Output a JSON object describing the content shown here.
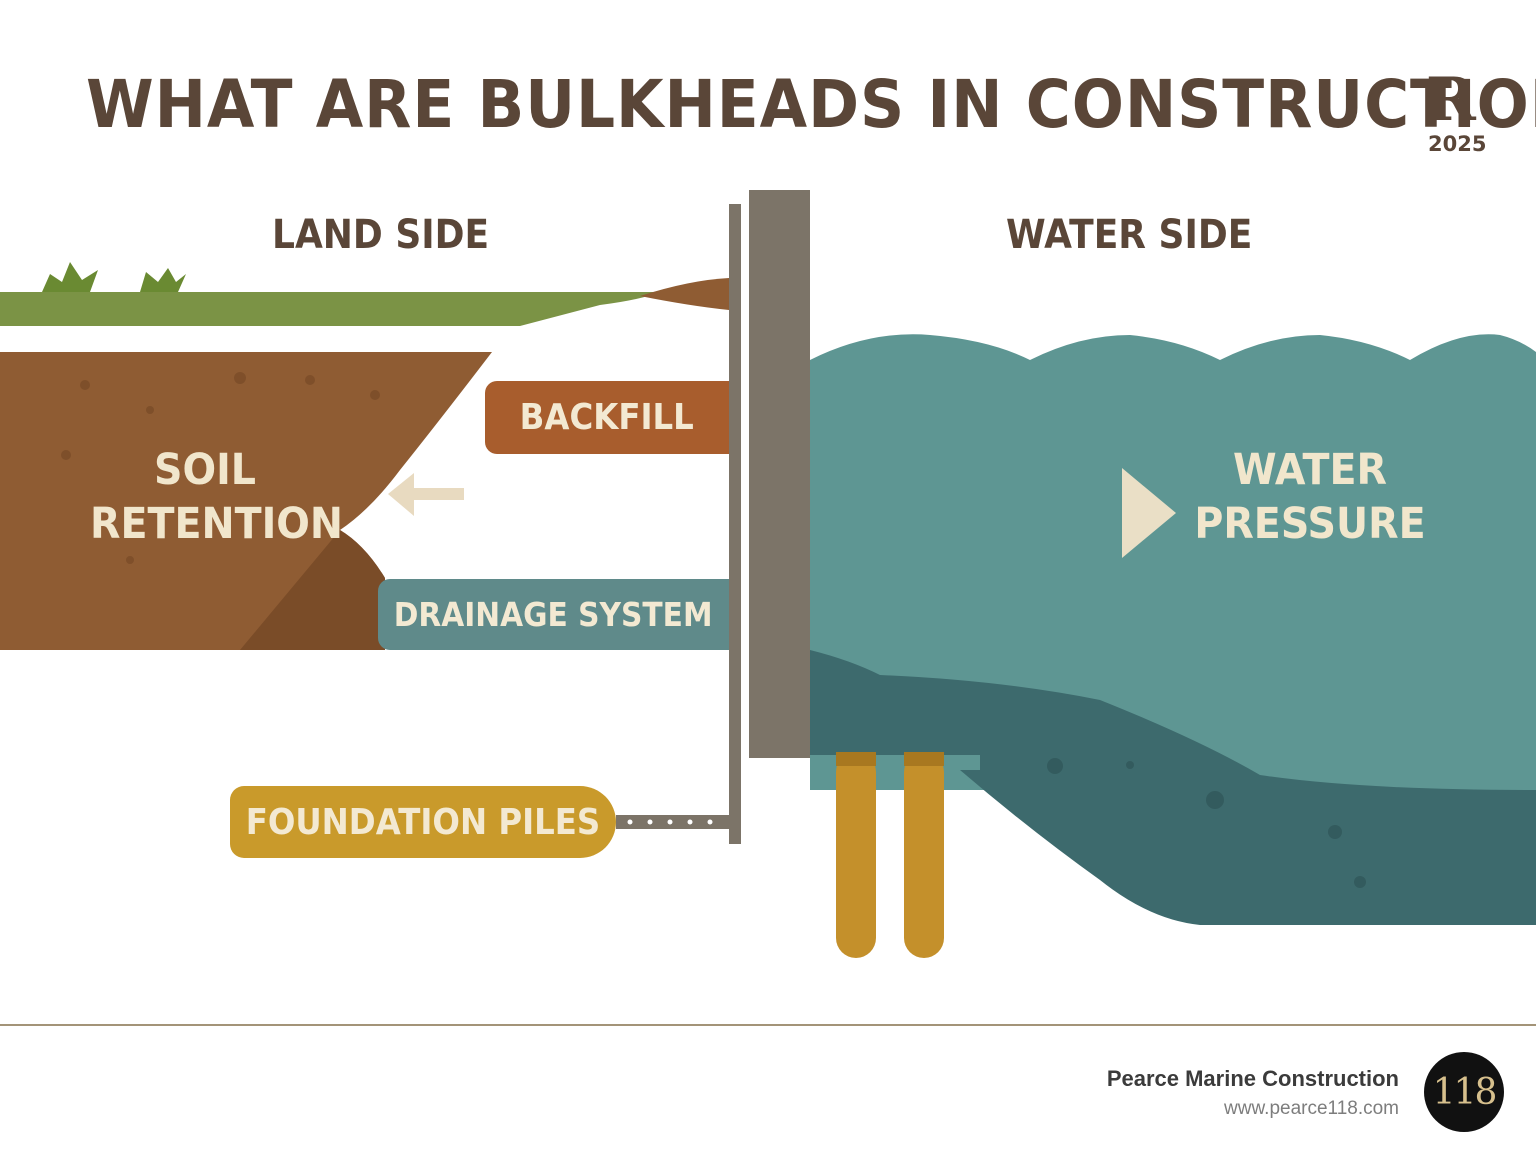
{
  "header": {
    "title": "WHAT ARE BULKHEADS IN CONSTRUCTION",
    "logo_letter": "R",
    "logo_year": "2025"
  },
  "diagram": {
    "land_side_label": "LAND SIDE",
    "water_side_label": "WATER SIDE",
    "soil_label": [
      "SOIL",
      "RETENTION"
    ],
    "pressure_label": [
      "WATER",
      "PRESSURE"
    ],
    "tags": {
      "backfill": "BACKFILL",
      "drainage": "DRAINAGE SYSTEM",
      "foundation": "FOUNDATION PILES"
    },
    "colors": {
      "grass": "#7b9345",
      "soil": "#8f5c33",
      "soil_dark": "#7a4c28",
      "water": "#5e9693",
      "water_deep": "#3d6a6d",
      "wall": "#7c7468",
      "piles": "#c4902b",
      "title": "#5a4638"
    }
  },
  "footer": {
    "company": "Pearce Marine Construction",
    "url": "www.pearce118.com",
    "badge": "118"
  }
}
